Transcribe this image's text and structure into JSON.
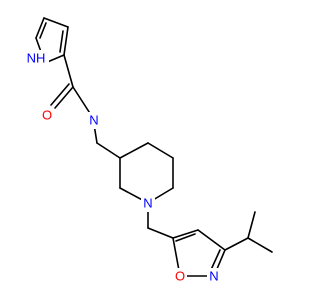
{
  "atoms": {
    "pyrrole_nh": "NH",
    "carbonyl_o": "O",
    "amide_n": "N",
    "piperidine_n": "N",
    "isoxazole_o": "O",
    "isoxazole_n": "N"
  },
  "colors": {
    "bond": "#000000",
    "nitrogen": "#0000ff",
    "oxygen": "#ff0000",
    "background": "#ffffff"
  }
}
